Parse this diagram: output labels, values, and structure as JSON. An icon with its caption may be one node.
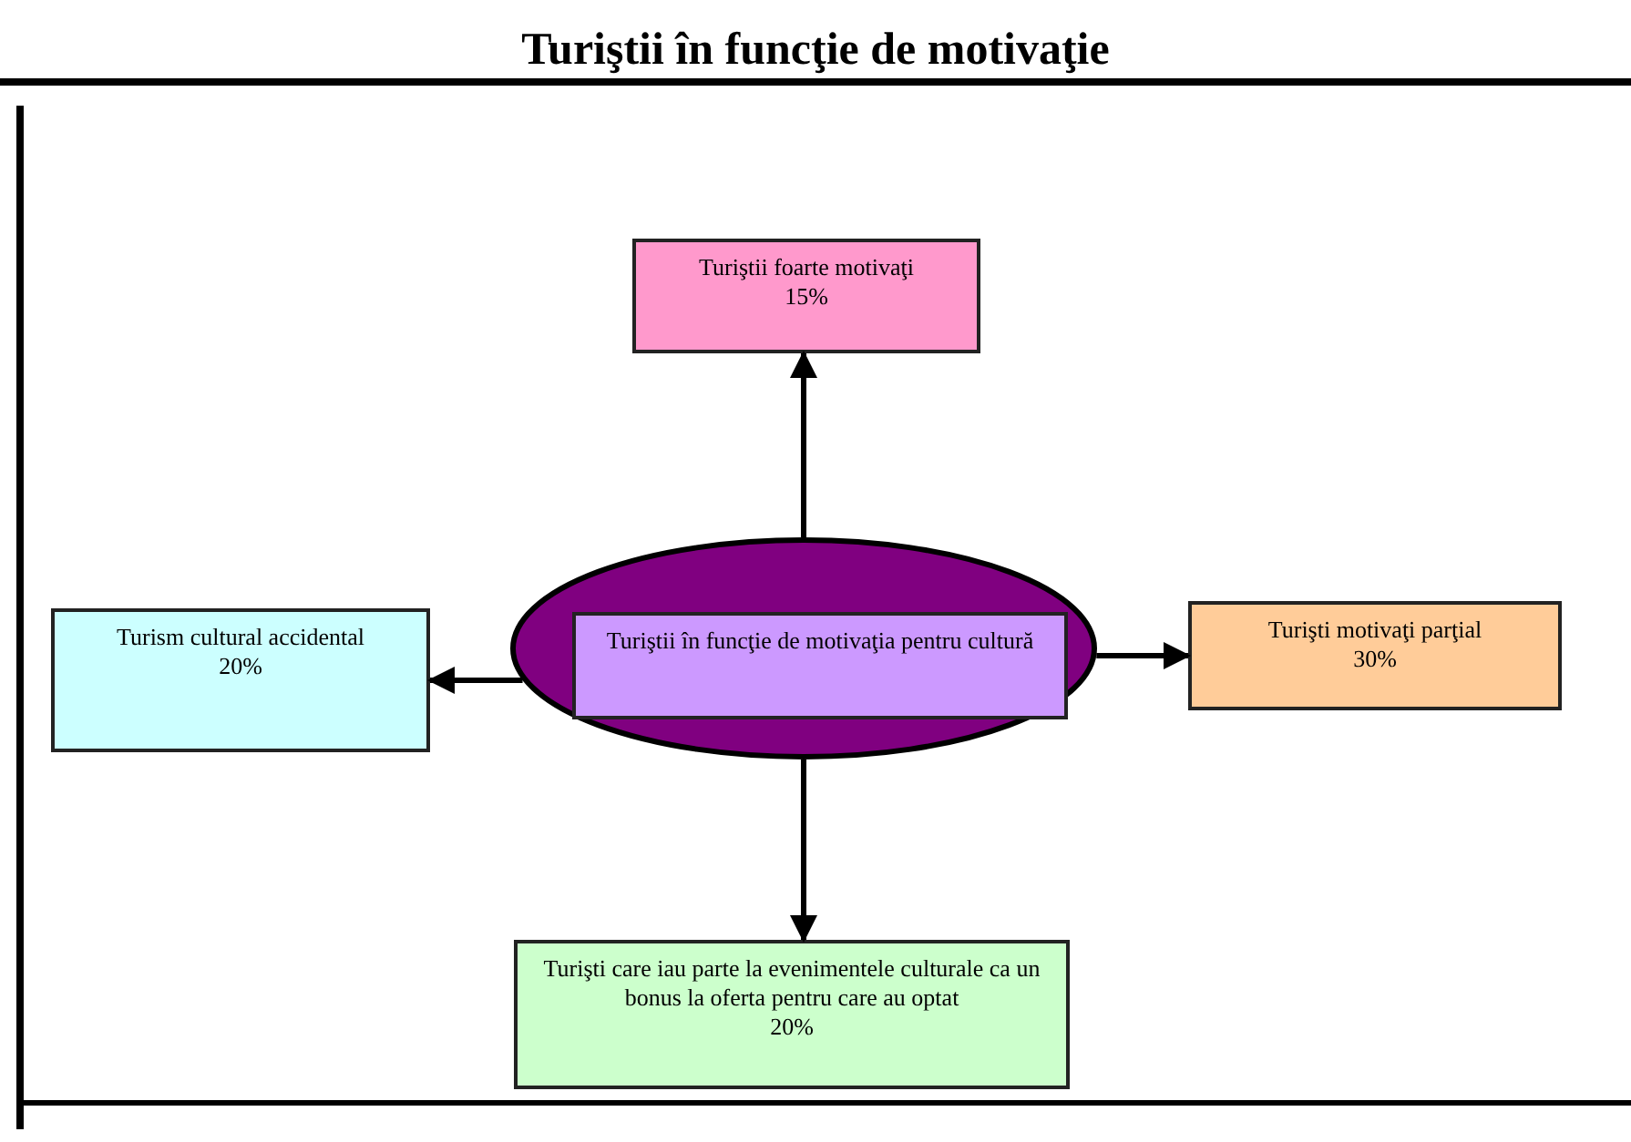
{
  "diagram": {
    "title": "Turiştii în funcţie de motivaţie",
    "nodes": [
      {
        "text": [
          "Turiştii foarte motivaţi",
          "15%"
        ]
      },
      {
        "text": [
          "Turism cultural accidental",
          "20%"
        ]
      },
      {
        "text": [],
        "shape": "ellipse"
      },
      {
        "text": [
          "Turiştii în funcţie de motivaţia pentru cultură"
        ],
        "in": 2
      },
      {
        "text": [
          "Turişti motivaţi parţial",
          "30%"
        ]
      },
      {
        "text": [
          "Turişti care iau parte la evenimentele culturale ca un bonus la oferta pentru care au optat",
          "20%"
        ]
      }
    ],
    "edges": [
      {
        "from": 2,
        "to": 0,
        "arrow": "to"
      },
      {
        "from": 2,
        "to": 1,
        "arrow": "to"
      },
      {
        "from": 2,
        "to": 4,
        "arrow": "to"
      },
      {
        "from": 2,
        "to": 5,
        "arrow": "to"
      }
    ]
  }
}
